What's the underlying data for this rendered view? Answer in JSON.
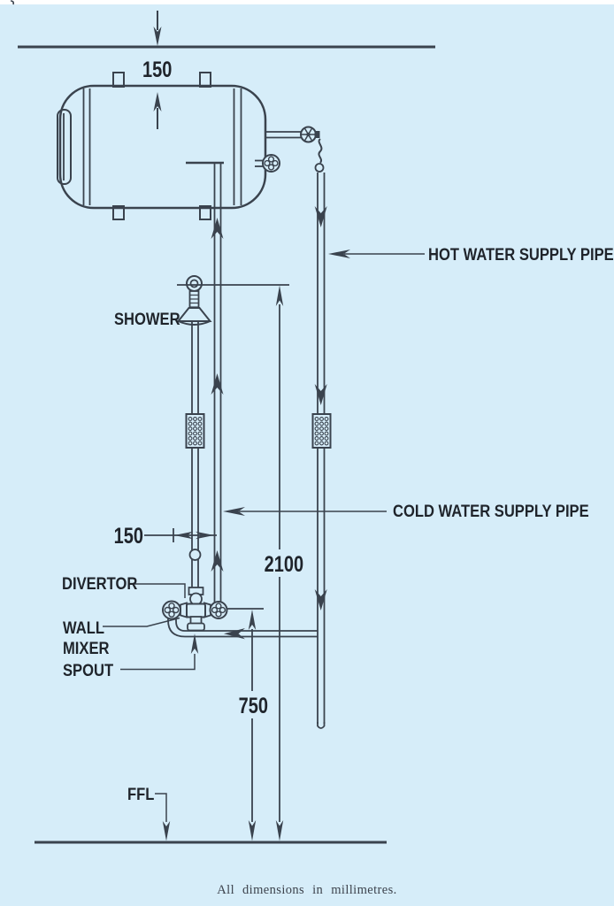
{
  "colors": {
    "background": "#d6edf9",
    "line": "#3a434e",
    "text": "#1f242b",
    "note": "#3c424c"
  },
  "labels": {
    "shower": "SHOWER",
    "hot_pipe": "HOT WATER SUPPLY PIPE",
    "cold_pipe": "COLD WATER SUPPLY PIPE",
    "divertor": "DIVERTOR",
    "wall_mixer_line1": "WALL",
    "wall_mixer_line2": "MIXER",
    "spout": "SPOUT",
    "ffl": "FFL"
  },
  "dimensions": {
    "ceiling_to_tank_mm": "150",
    "mixer_inlet_spacing_mm": "150",
    "shower_height_mm": "2100",
    "mixer_height_mm": "750"
  },
  "note": "All dimensions in millimetres."
}
